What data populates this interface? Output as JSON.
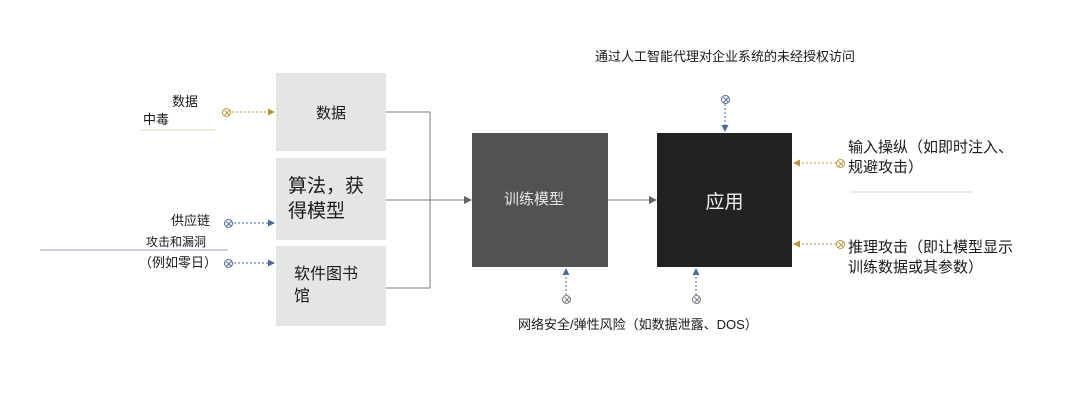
{
  "nodes": {
    "data": "数据",
    "algorithm": "算法，获得模型",
    "software_library": "软件图书馆",
    "training_model": "训练模型",
    "application": "应用"
  },
  "threats": {
    "data_poisoning_line1": "数据",
    "data_poisoning_line2": "中毒",
    "supply_chain_line1": "供应链",
    "supply_chain_line2": "攻击和漏洞",
    "supply_chain_line3": "（例如零日）",
    "unauthorized_access": "通过人工智能代理对企业系统的未经授权访问",
    "input_manipulation": "输入操纵（如即时注入、规避攻击）",
    "inference_attack": "推理攻击（即让模型显示训练数据或其参数）",
    "cybersecurity": "网络安全/弹性风险（如数据泄露、DOS）"
  },
  "colors": {
    "light_box": "#e5e5e5",
    "train_box": "#525252",
    "app_box": "#222222",
    "gold_arrow": "#b8943a",
    "blue_arrow": "#4a6a9c"
  }
}
